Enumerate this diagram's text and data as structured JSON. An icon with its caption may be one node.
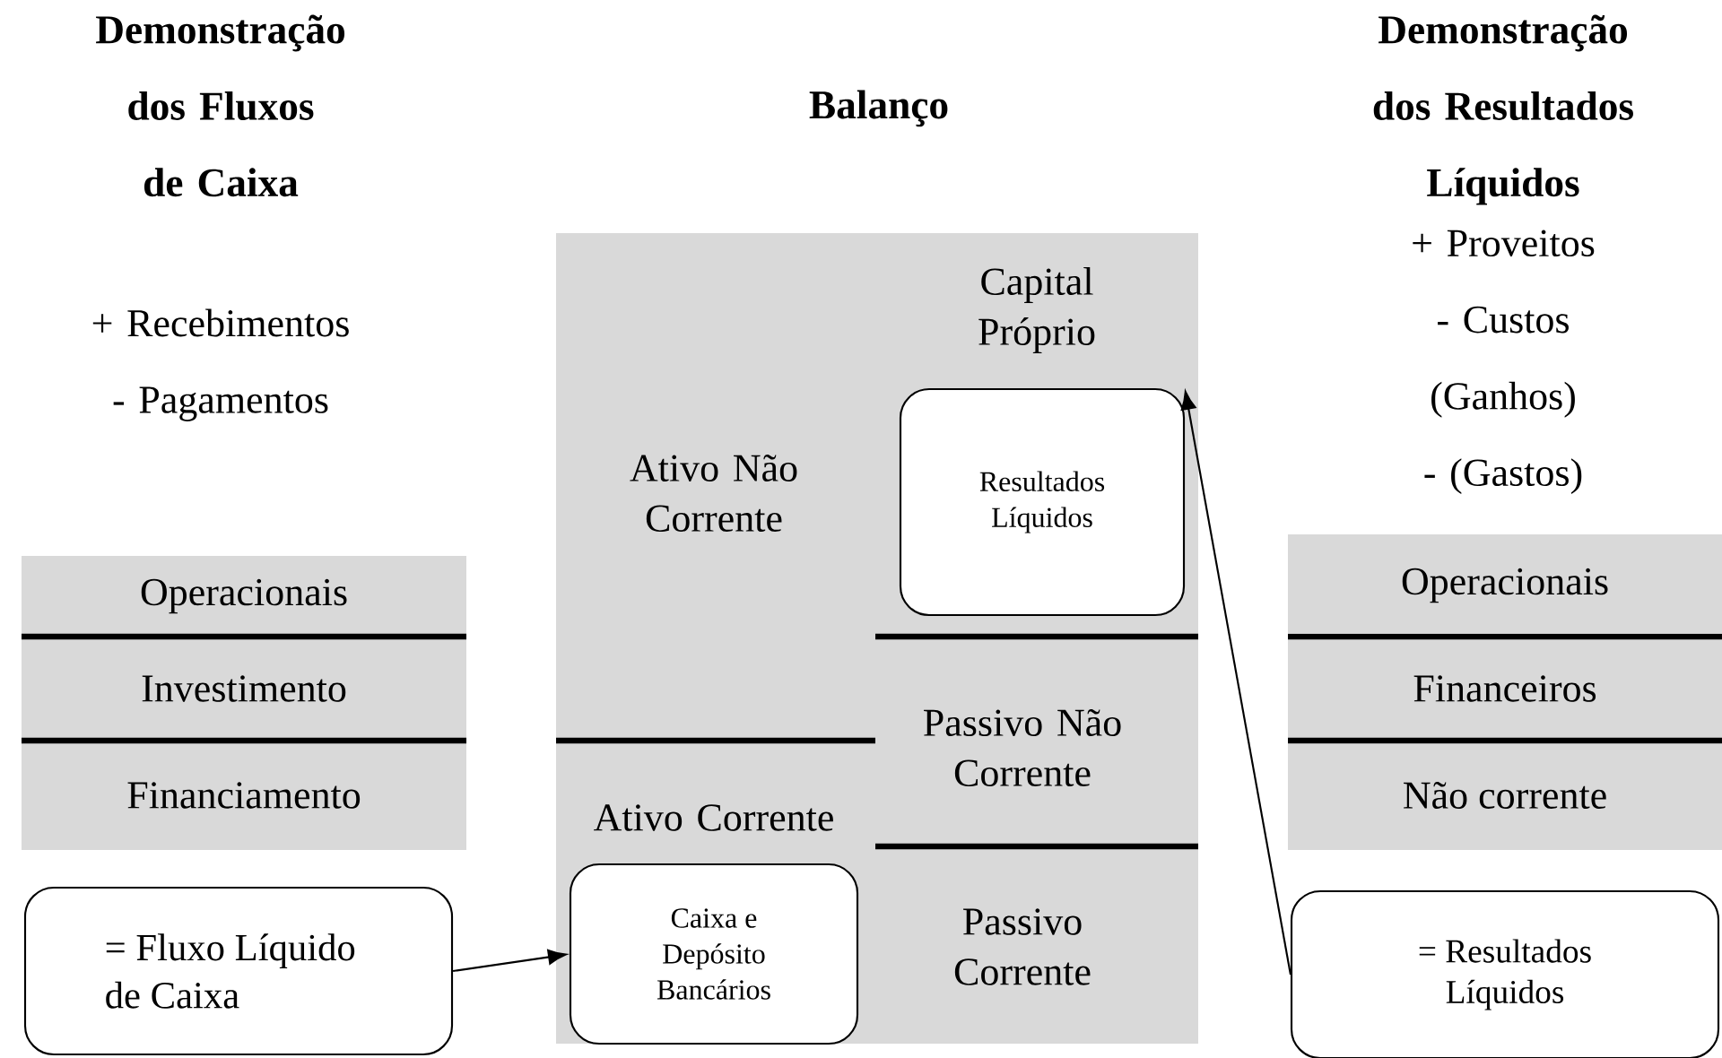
{
  "diagram": {
    "nodes": [
      {
        "text": [
          "Operacionais"
        ]
      },
      {
        "text": [
          "Investimento"
        ]
      },
      {
        "text": [
          "Financiamento"
        ]
      },
      {
        "text": [
          "= Fluxo Líquido de Caixa"
        ]
      },
      {
        "text": [
          "Ativo Não Corrente"
        ]
      },
      {
        "text": [
          "Ativo Corrente"
        ]
      },
      {
        "text": [
          "Caixa e Depósito Bancários"
        ],
        "in": 5
      },
      {
        "text": [
          "Capital Próprio"
        ]
      },
      {
        "text": [
          "Resultados Líquidos"
        ],
        "in": 7
      },
      {
        "text": [
          "Passivo Não Corrente"
        ]
      },
      {
        "text": [
          "Passivo Corrente"
        ]
      },
      {
        "text": [
          "Operacionais"
        ]
      },
      {
        "text": [
          "Financeiros"
        ]
      },
      {
        "text": [
          "Não corrente"
        ]
      },
      {
        "text": [
          "= Resultados Líquidos"
        ]
      }
    ],
    "edges": [
      {
        "from": 3,
        "to": 6,
        "arrow": "to"
      },
      {
        "from": 14,
        "to": 8,
        "arrow": "to"
      }
    ],
    "labels": [
      "Demonstração dos Fluxos de Caixa",
      "Balanço",
      "Demonstração dos Resultados Líquidos",
      "+ Recebimentos - Pagamentos",
      "+ Proveitos - Custos (Ganhos) - (Gastos)"
    ]
  }
}
